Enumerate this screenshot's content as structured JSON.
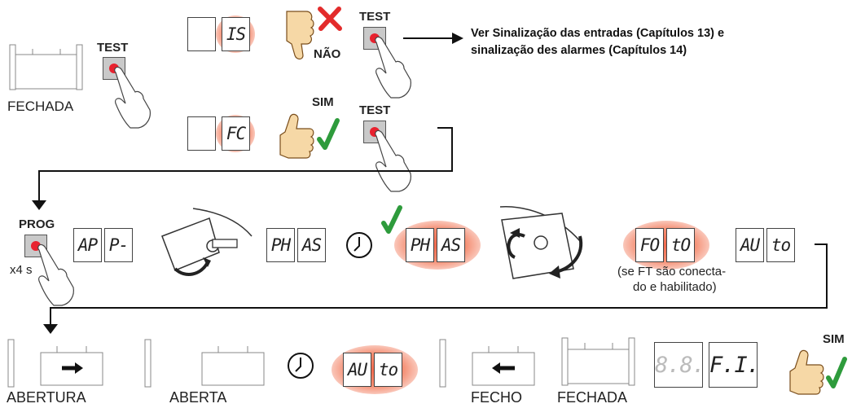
{
  "labels": {
    "fechada_top": "FECHADA",
    "test_1": "TEST",
    "test_2": "TEST",
    "test_3": "TEST",
    "nao": "NÃO",
    "sim_1": "SIM",
    "sim_2": "SIM",
    "prog": "PROG",
    "x4s": "x4 s",
    "abertura": "ABERTURA",
    "aberta": "ABERTA",
    "fecho": "FECHO",
    "fechada_bottom": "FECHADA"
  },
  "note": {
    "line1": "Ver Sinalização das entradas (Capítulos 13) e",
    "line2": "sinalização des alarmes (Capítulos 14)"
  },
  "ft_note": {
    "line1": "(se FT são conecta-",
    "line2": "do e habilitado)",
    "line3": ""
  },
  "displays": {
    "is": "IS",
    "fc": "FC",
    "ap": "AP",
    "p_dash": "P-",
    "ph": "PH",
    "as": "AS",
    "ph2": "PH",
    "as2": "AS",
    "fo": "FO",
    "to": "tO",
    "au": "AU",
    "to2": "to",
    "au2": "AU",
    "to3": "to",
    "e1": "8.8.",
    "e2": "F.I."
  },
  "colors": {
    "check_green": "#2e9b3c",
    "cross_red": "#e32b2b",
    "glow_red": "#f26a4e",
    "button_red": "#e8222f"
  }
}
